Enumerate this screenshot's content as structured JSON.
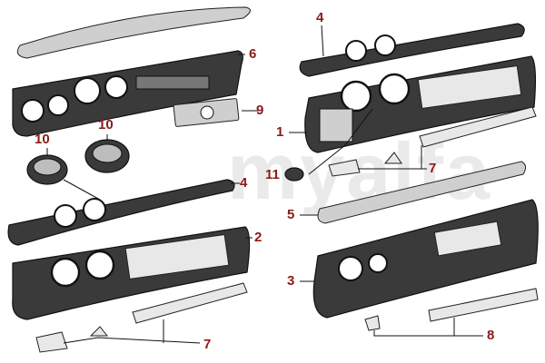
{
  "watermark": "myalfa",
  "callouts": [
    {
      "id": "c6",
      "label": "6"
    },
    {
      "id": "c9",
      "label": "9"
    },
    {
      "id": "c10a",
      "label": "10"
    },
    {
      "id": "c10b",
      "label": "10"
    },
    {
      "id": "c4a",
      "label": "4"
    },
    {
      "id": "c2",
      "label": "2"
    },
    {
      "id": "c7a",
      "label": "7"
    },
    {
      "id": "c4b",
      "label": "4"
    },
    {
      "id": "c1",
      "label": "1"
    },
    {
      "id": "c11",
      "label": "11"
    },
    {
      "id": "c7b",
      "label": "7"
    },
    {
      "id": "c5",
      "label": "5"
    },
    {
      "id": "c3",
      "label": "3"
    },
    {
      "id": "c8",
      "label": "8"
    }
  ]
}
